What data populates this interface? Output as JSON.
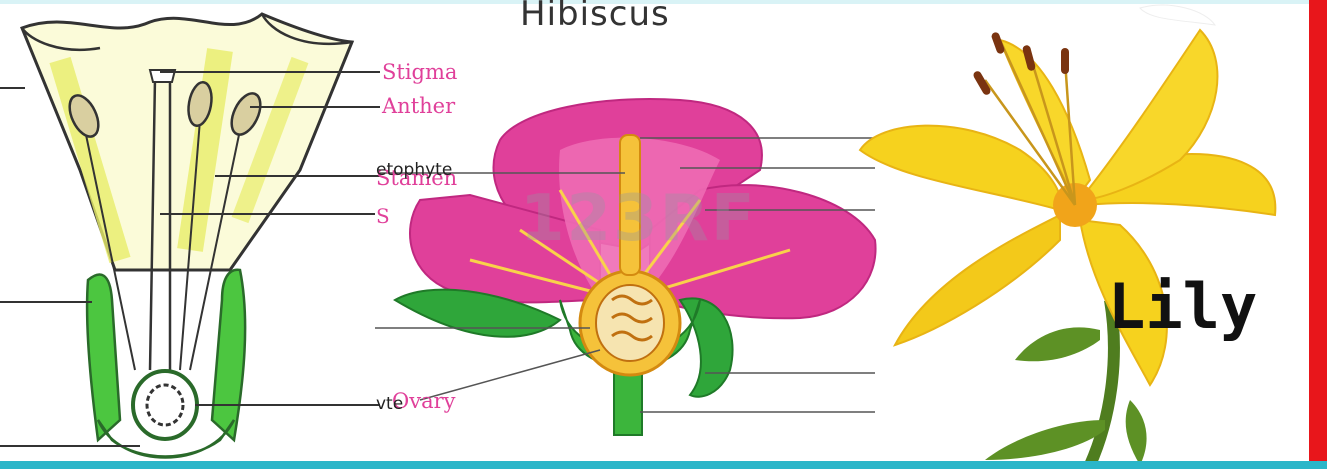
{
  "title": "Hibiscus",
  "labels": {
    "stigma": "Stigma",
    "anther": "Anther",
    "stamen": "Stamen",
    "stamen_cut": "S",
    "gametophyte_cut": "etophyte",
    "ovary": "Ovary",
    "ovary_cut": "vte"
  },
  "watermark": "123RF",
  "lily_label": "Lily",
  "colors": {
    "label_pink": "#e0409a",
    "bottom_bar": "#2bb6c9",
    "right_bar": "#e8161b",
    "petal_pink": "#e0409a",
    "sepal_green": "#3cb53c",
    "lily_yellow": "#f6d21e"
  }
}
